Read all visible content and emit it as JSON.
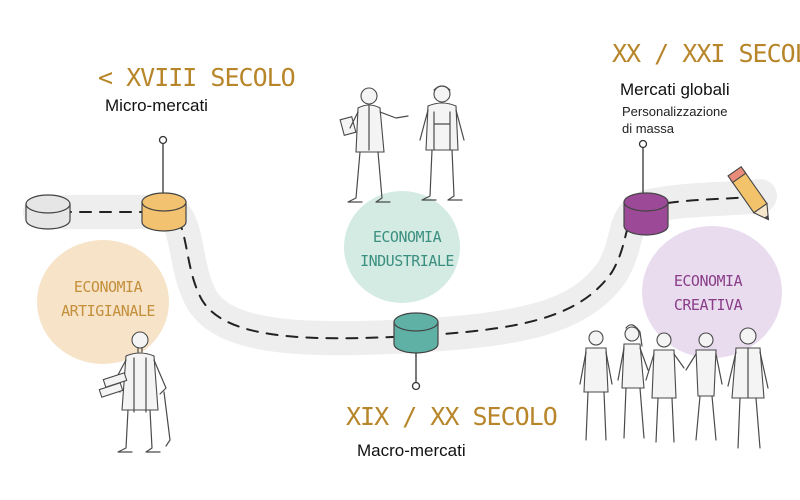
{
  "eras": {
    "e18": {
      "title": "< XVIII SECOLO",
      "subtitle": "Micro-mercati"
    },
    "e19": {
      "title": "XIX / XX SECOLO",
      "subtitle": "Macro-mercati"
    },
    "e20": {
      "title": "XX / XXI SECOLO",
      "subtitle": "Mercati globali",
      "detail_1": "Personalizzazione",
      "detail_2": "di massa"
    }
  },
  "stages": {
    "artigianale": {
      "line_1": "ECONOMIA",
      "line_2": "ARTIGIANALE"
    },
    "industriale": {
      "line_1": "ECONOMIA",
      "line_2": "INDUSTRIALE"
    },
    "creativa": {
      "line_1": "ECONOMIA",
      "line_2": "CREATIVA"
    }
  },
  "colors": {
    "road": "#eeeeee",
    "start_marker": "#e6e6e6",
    "marker_18": "#f2c270",
    "marker_19": "#5fb1a5",
    "marker_20": "#9c4a98",
    "title_gold": "#b8862a",
    "blob_artigianale": "#f6e3c8",
    "blob_industriale": "#d3ebe2",
    "blob_creativa": "#e9dcef",
    "text_artigianale": "#c48f3b",
    "text_industriale": "#3b8f80",
    "text_creativa": "#8a3d88"
  },
  "icons": [
    "start-marker-icon",
    "pencil-icon",
    "artisan-figure-icon",
    "industrial-figures-icon",
    "creative-team-figures-icon"
  ]
}
